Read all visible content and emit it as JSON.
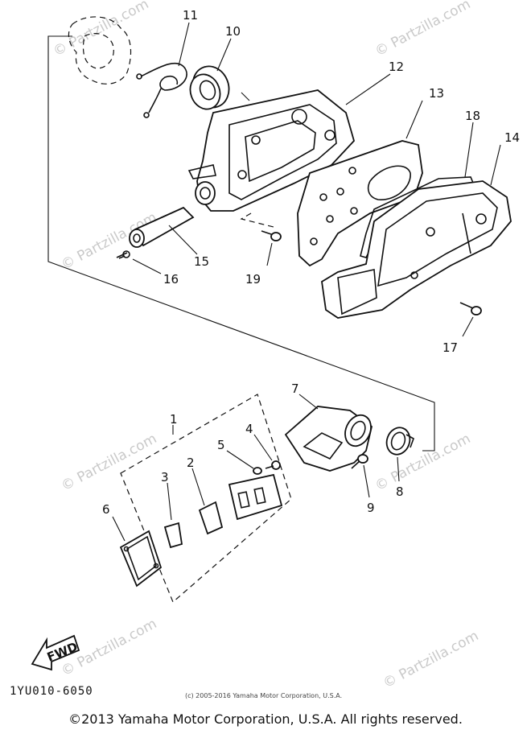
{
  "labels": {
    "p1": "1",
    "p2": "2",
    "p3": "3",
    "p4": "4",
    "p5": "5",
    "p6": "6",
    "p7": "7",
    "p8": "8",
    "p9": "9",
    "p10": "10",
    "p11": "11",
    "p12": "12",
    "p13": "13",
    "p14": "14",
    "p15": "15",
    "p16": "16",
    "p17": "17",
    "p18": "18",
    "p19": "19"
  },
  "fwd_label": "FWD",
  "watermark": "© Partzilla.com",
  "diagram_code": "1YU010-6050",
  "small_copyright": "(c) 2005-2016 Yamaha Motor Corporation, U.S.A.",
  "copyright": "©2013 Yamaha Motor Corporation, U.S.A. All rights reserved."
}
